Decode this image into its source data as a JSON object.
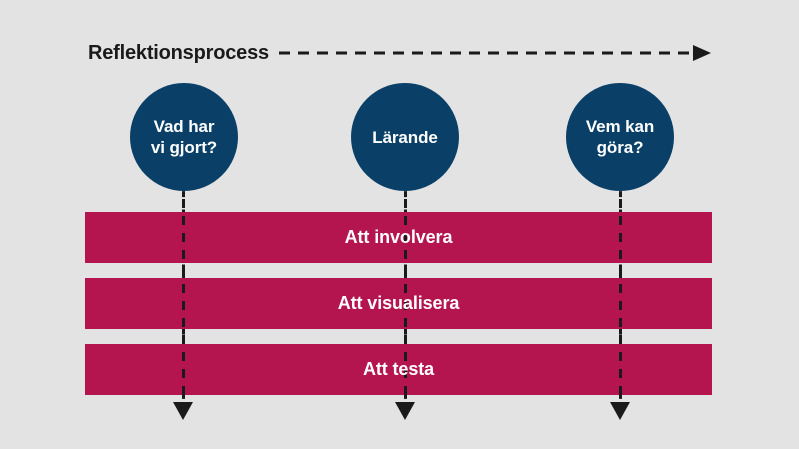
{
  "diagram": {
    "title": "Reflektionsprocess",
    "background_color": "#e3e3e3",
    "accent_circle_color": "#0a4068",
    "accent_bar_color": "#b5154e",
    "line_color": "#1a1a1a",
    "text_color": "#ffffff"
  },
  "process": {
    "label": "Reflektionsprocess",
    "arrow_direction": "right",
    "arrow_style": "dashed"
  },
  "phases": [
    {
      "label": "Vad har vi gjort?",
      "line1": "Vad har",
      "line2": "vi gjort?"
    },
    {
      "label": "Lärande",
      "line1": "Lärande",
      "line2": ""
    },
    {
      "label": "Vem kan göra?",
      "line1": "Vem kan",
      "line2": "göra?"
    }
  ],
  "methods": [
    {
      "label": "Att involvera"
    },
    {
      "label": "Att visualisera"
    },
    {
      "label": "Att testa"
    }
  ],
  "connectors": [
    {
      "from": "Vad har vi gjort?",
      "style": "dashed",
      "direction": "down"
    },
    {
      "from": "Lärande",
      "style": "dashed",
      "direction": "down"
    },
    {
      "from": "Vem kan göra?",
      "style": "dashed",
      "direction": "down"
    }
  ]
}
